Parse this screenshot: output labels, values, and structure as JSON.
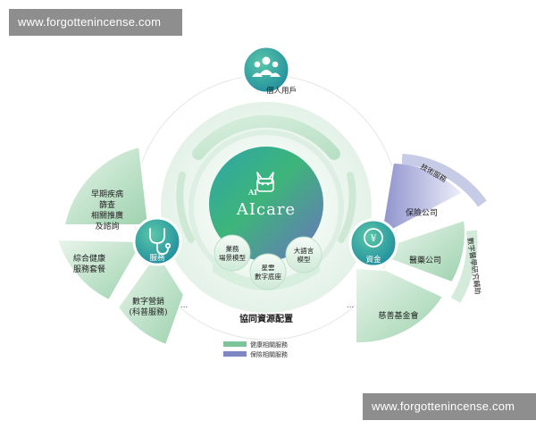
{
  "watermarks": {
    "top": "www.forgottenincense.com",
    "bottom": "www.forgottenincense.com"
  },
  "personal_users": {
    "label": "個人用戶",
    "icon": "people-icon"
  },
  "core": {
    "logo_text": "AIcare",
    "logo_badge": "AI",
    "icon": "cat-head-icon"
  },
  "core_modules": [
    {
      "line1": "業務",
      "line2": "場景模型"
    },
    {
      "line1": "星雲",
      "line2": "數字底座"
    },
    {
      "line1": "大語言",
      "line2": "模型"
    }
  ],
  "services_hub": {
    "label": "服務",
    "icon": "stethoscope-icon"
  },
  "services_segments": [
    {
      "lines": [
        "早期疾病",
        "篩查",
        "相關推廣",
        "及諮詢"
      ]
    },
    {
      "lines": [
        "綜合健康",
        "服務套餐"
      ]
    },
    {
      "lines": [
        "數字營銷",
        "(科普服務)"
      ]
    }
  ],
  "capital_hub": {
    "label": "資金",
    "icon": "yen-coin-icon"
  },
  "capital_segments": [
    {
      "lines": [
        "保險公司"
      ]
    },
    {
      "lines": [
        "醫藥公司"
      ]
    },
    {
      "lines": [
        "慈善基金會"
      ]
    }
  ],
  "outer_labels": {
    "tech": "技術服務",
    "research": "數字醫學研究輔助"
  },
  "collab_label": "協同資源配置",
  "ellipsis_left": "...",
  "ellipsis_right": "...",
  "legend": [
    {
      "label": "健康相關服務",
      "color": "#7cc49a"
    },
    {
      "label": "保險相關服務",
      "color": "#7f86c4"
    }
  ],
  "colors": {
    "green": "#4caf78",
    "teal": "#2c97a4",
    "light_green": "#e6f3ea"
  }
}
